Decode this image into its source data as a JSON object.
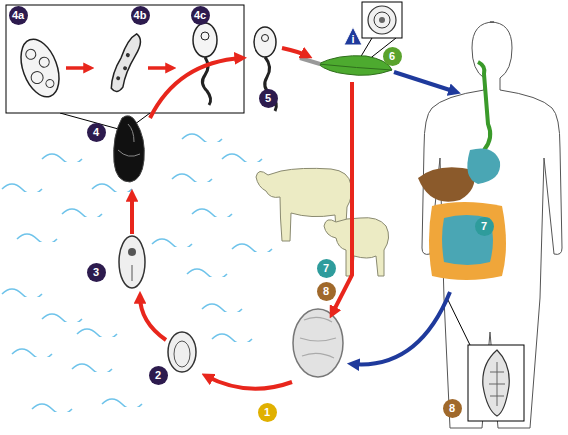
{
  "diagram": {
    "labels": [
      "4a",
      "4b",
      "4c",
      "5",
      "4",
      "6",
      "i",
      "3",
      "7",
      "7",
      "8",
      "2",
      "1",
      "8"
    ]
  }
}
